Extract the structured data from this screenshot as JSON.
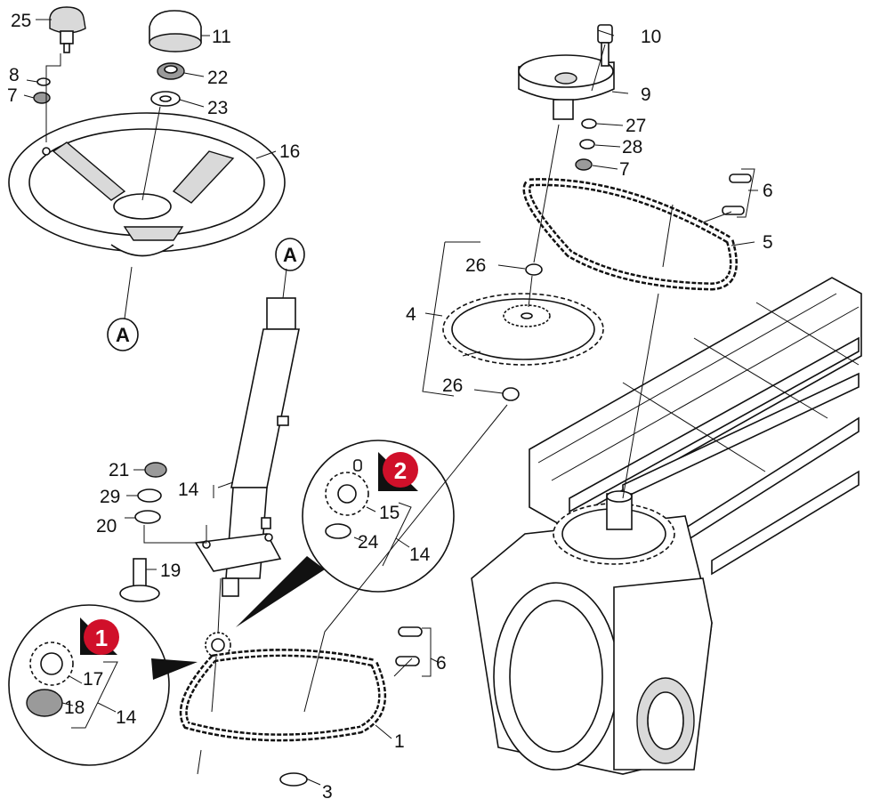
{
  "parts": {
    "p1": "1",
    "p3": "3",
    "p4": "4",
    "p5": "5",
    "p6a": "6",
    "p6b": "6",
    "p7a": "7",
    "p7b": "7",
    "p8": "8",
    "p9": "9",
    "p10": "10",
    "p11": "11",
    "p14a": "14",
    "p14b": "14",
    "p14c": "14",
    "p15": "15",
    "p16": "16",
    "p17": "17",
    "p18": "18",
    "p19": "19",
    "p20": "20",
    "p21": "21",
    "p22": "22",
    "p23": "23",
    "p24": "24",
    "p25": "25",
    "p26a": "26",
    "p26b": "26",
    "p27": "27",
    "p28": "28",
    "p29": "29"
  },
  "references": {
    "a_top": "A",
    "a_bottom": "A"
  },
  "callouts": {
    "c1": "1",
    "c2": "2"
  },
  "colors": {
    "callout_red": "#d0102a",
    "line": "#111111",
    "background": "#ffffff"
  }
}
